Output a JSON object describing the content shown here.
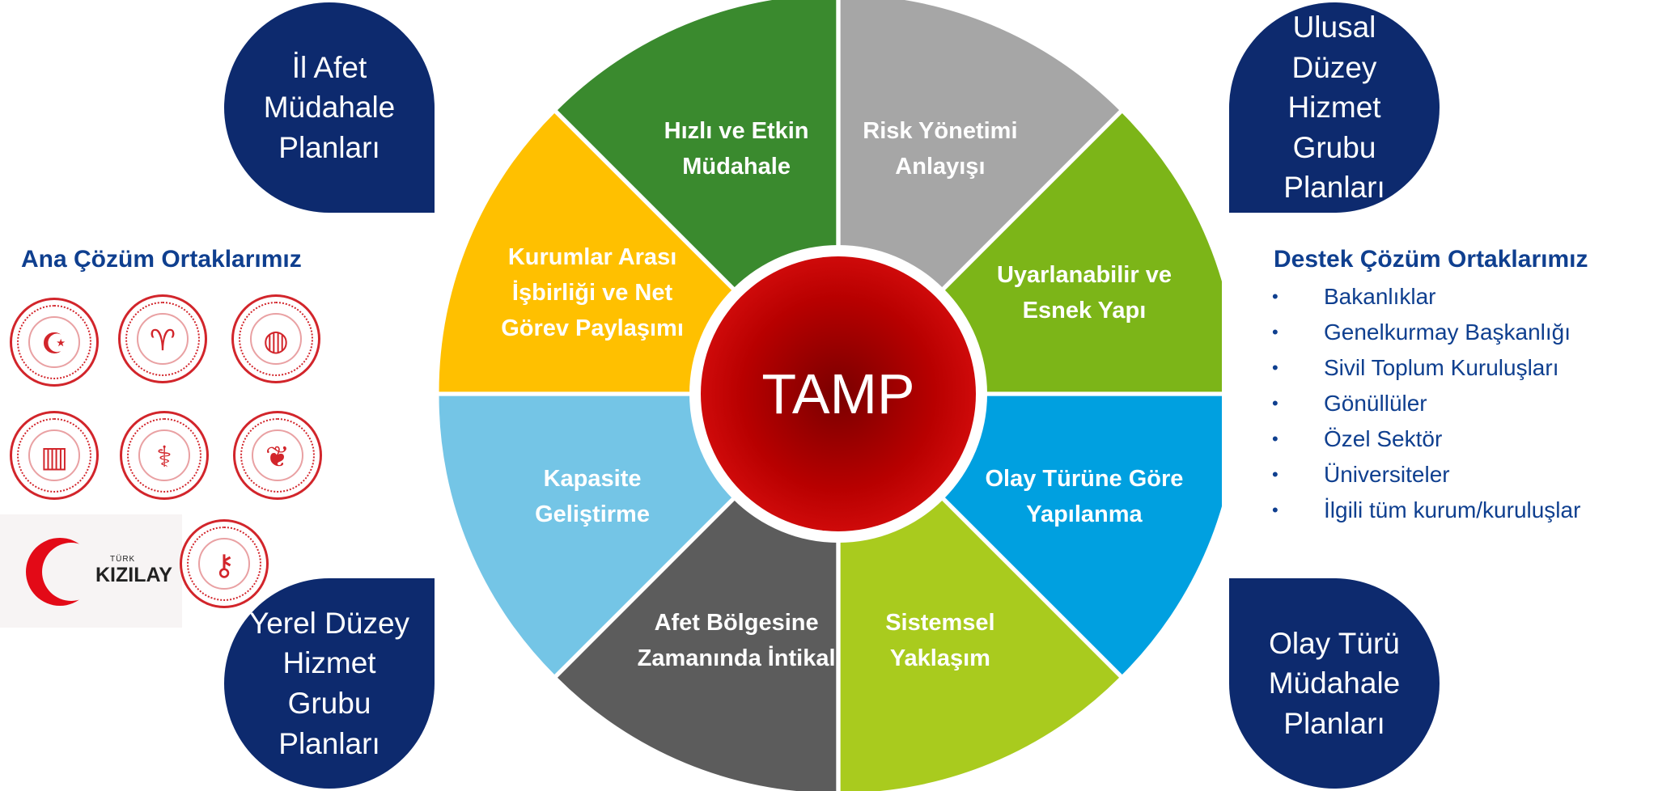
{
  "corner_plans": {
    "top_left": "İl Afet\nMüdahale\nPlanları",
    "top_right": "Ulusal\nDüzey Hizmet\nGrubu\nPlanları",
    "bottom_left": "Yerel Düzey\nHizmet Grubu\nPlanları",
    "bottom_right": "Olay Türü\nMüdahale\nPlanları"
  },
  "main_partners": {
    "heading": "Ana Çözüm Ortaklarımız",
    "kizilay_small": "TÜRK",
    "kizilay_big": "KIZILAY"
  },
  "support_partners": {
    "heading": "Destek Çözüm Ortaklarımız",
    "bullet": "•",
    "items": [
      "Bakanlıklar",
      "Genelkurmay Başkanlığı",
      "Sivil Toplum Kuruluşları",
      "Gönüllüler",
      "Özel Sektör",
      "Üniversiteler",
      "İlgili tüm kurum/kuruluşlar"
    ]
  },
  "wheel": {
    "center": "TAMP",
    "segments": [
      {
        "lines": [
          "Risk Yönetimi",
          "Anlayışı"
        ],
        "color": "#a6a6a6"
      },
      {
        "lines": [
          "Uyarlanabilir ve",
          "Esnek Yapı"
        ],
        "color": "#7cb518"
      },
      {
        "lines": [
          "Olay Türüne Göre",
          "Yapılanma"
        ],
        "color": "#00a0e0"
      },
      {
        "lines": [
          "Sistemsel",
          "Yaklaşım"
        ],
        "color": "#a9cb1e"
      },
      {
        "lines": [
          "Afet Bölgesine",
          "Zamanında İntikal"
        ],
        "color": "#5c5c5c"
      },
      {
        "lines": [
          "Kapasite",
          "Geliştirme"
        ],
        "color": "#74c5e6"
      },
      {
        "lines": [
          "Kurumlar Arası",
          "İşbirliği ve Net",
          "Görev Paylaşımı"
        ],
        "color": "#ffc000"
      },
      {
        "lines": [
          "Hızlı ve Etkin",
          "Müdahale"
        ],
        "color": "#3a8a2e"
      }
    ],
    "center_color": "#c00000",
    "ring_color": "#ffffff"
  },
  "colors": {
    "badge": "#0d2a6e",
    "heading": "#0f3f8f",
    "seal_red": "#d2252b"
  },
  "seal_icons": [
    "crescent-hands-seal-icon",
    "wheat-seal-icon",
    "globe-seal-icon",
    "building-seal-icon",
    "caduceus-seal-icon",
    "flame-seal-icon",
    "keys-seal-icon"
  ]
}
